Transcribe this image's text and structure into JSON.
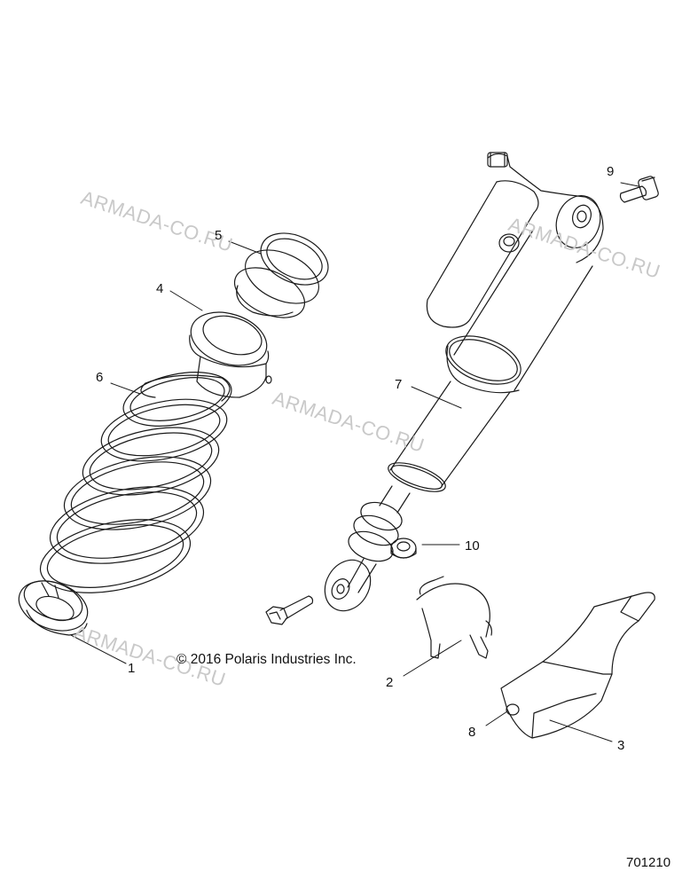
{
  "watermarks": [
    "ARMADA-CO.RU",
    "ARMADA-CO.RU",
    "ARMADA-CO.RU",
    "ARMADA-CO.RU"
  ],
  "callouts": [
    "1",
    "2",
    "3",
    "4",
    "5",
    "6",
    "7",
    "8",
    "9",
    "10"
  ],
  "copyright": "© 2016 Polaris Industries Inc.",
  "doc_number": "701210",
  "colors": {
    "line": "#1a1a1a",
    "watermark": "#c9c9c9",
    "background": "#ffffff"
  }
}
